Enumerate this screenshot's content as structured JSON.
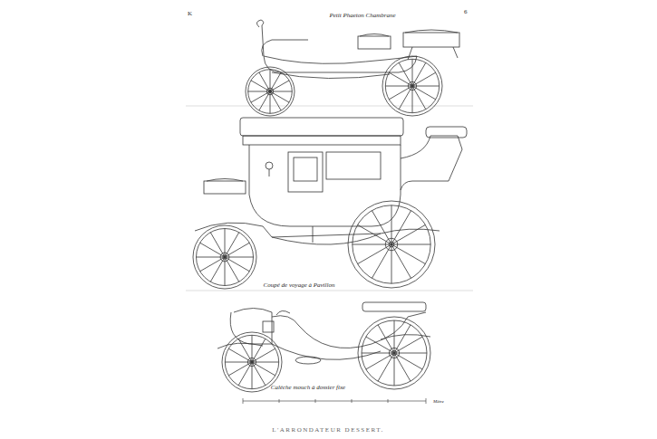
{
  "diagram": {
    "labels": [
      "K",
      "6",
      "Petit Phaeton Chambrane",
      "Coupé de voyage à Pavillon",
      "Calèche mouch à dossier fixe",
      "Mètre",
      "L'ARRONDATEUR DESSERT."
    ]
  }
}
